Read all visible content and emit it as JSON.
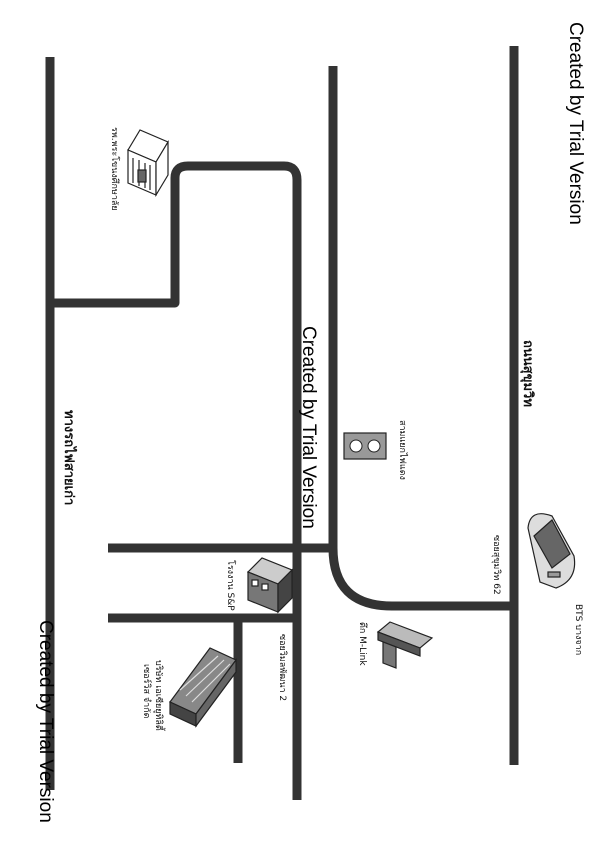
{
  "map": {
    "roads": {
      "railway": "ทางรถไฟสายเก่า",
      "sukhumvit": "ถนนสุขุมวิท",
      "soi_62": "ซอยสุขุมวิท 62",
      "soi_2": "ซอยวิมลพัฒนา 2"
    },
    "landmarks": {
      "hospital": "รพ.พระโขนงศึกษาลัย",
      "traffic_light": "สามแยกไฟแดง",
      "sp_factory": "โรงงาน S&P",
      "m_link": "ตึก M-Link",
      "company_line1": "บริษัท เอเซียยูทิลิตี้",
      "company_line2": "เซอร์วิส จำกัด",
      "bts": "BTS บางจาก"
    },
    "watermarks": [
      "Created by Trial Version",
      "Created by Trial Version",
      "Created by Trial Version"
    ],
    "colors": {
      "road": "#333333",
      "paper": "#ffffff"
    }
  }
}
